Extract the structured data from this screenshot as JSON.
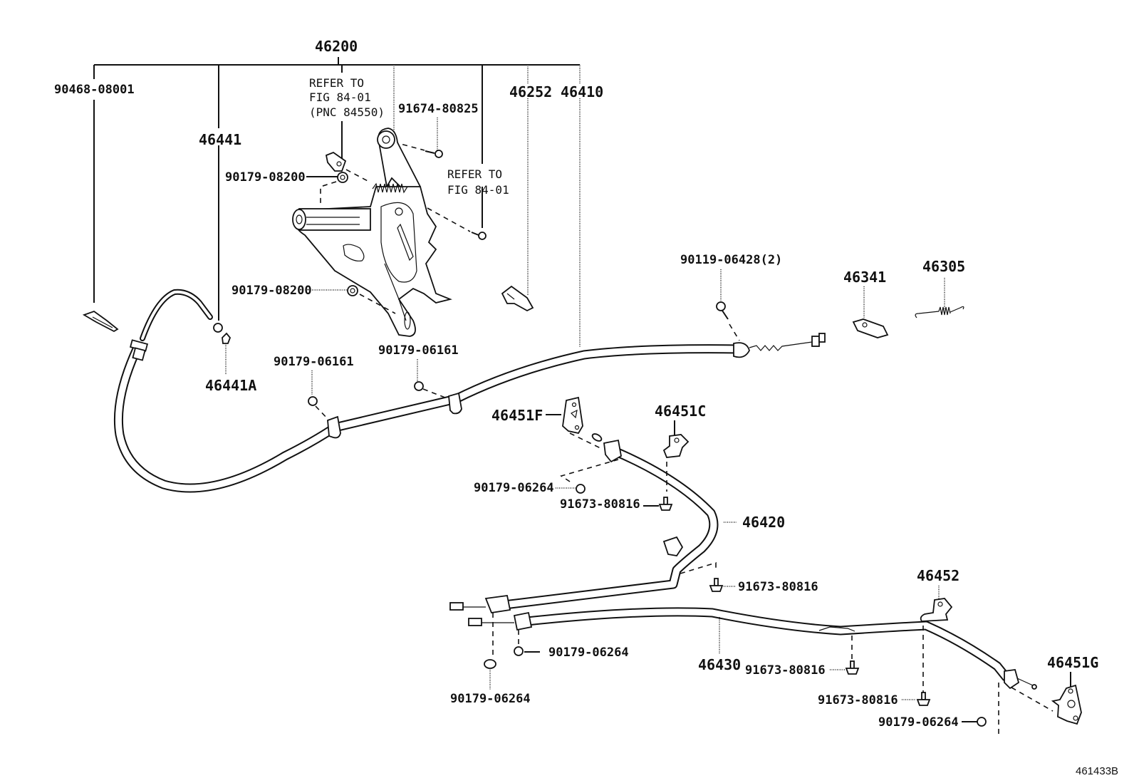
{
  "diagram": {
    "title_assembly": "46200",
    "figure_id": "461433B",
    "top_group_labels": {
      "p90468": "90468-08001",
      "p46441": "46441",
      "p46252": "46252",
      "p46410": "46410",
      "p91674": "91674-80825"
    },
    "notes": {
      "refer1_line1": "REFER TO",
      "refer1_line2": "FIG 84-01",
      "refer1_line3": "(PNC 84550)",
      "refer2_line1": "REFER TO",
      "refer2_line2": "FIG 84-01"
    },
    "parts": {
      "p90179_08200_a": "90179-08200",
      "p90179_08200_b": "90179-08200",
      "p46441A": "46441A",
      "p90179_06161_a": "90179-06161",
      "p90179_06161_b": "90179-06161",
      "p90119_06428": "90119-06428(2)",
      "p46341": "46341",
      "p46305": "46305",
      "p46451F": "46451F",
      "p46451C": "46451C",
      "p90179_06264_a": "90179-06264",
      "p91673_80816_a": "91673-80816",
      "p46420": "46420",
      "p91673_80816_b": "91673-80816",
      "p46452": "46452",
      "p90179_06264_b": "90179-06264",
      "p90179_06264_c": "90179-06264",
      "p46430": "46430",
      "p91673_80816_c": "91673-80816",
      "p91673_80816_d": "91673-80816",
      "p46451G": "46451G",
      "p90179_06264_d": "90179-06264"
    }
  }
}
